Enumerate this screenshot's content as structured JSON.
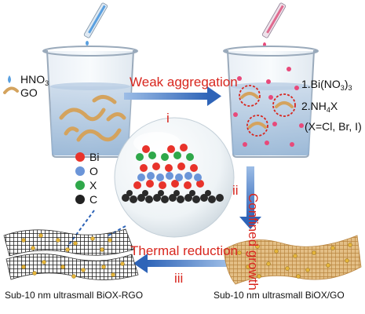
{
  "legend_left": {
    "hno3": {
      "base": "HNO",
      "sub": "3"
    },
    "go": "GO"
  },
  "arrow1": {
    "label": "Weak aggregation",
    "numeral": "i"
  },
  "arrow2": {
    "label": "Confined growth",
    "numeral": "ii"
  },
  "arrow3": {
    "label": "Thermal reduction",
    "numeral": "iii"
  },
  "reagents": {
    "line1": {
      "prefix": "1.Bi(NO",
      "sub1": "3",
      "mid": ")",
      "sub2": "3"
    },
    "line2": {
      "prefix": "2.NH",
      "sub": "4",
      "suffix": "X"
    },
    "line3": "(X=Cl, Br, I)"
  },
  "legend_atoms": [
    {
      "label": "Bi",
      "color": "#e8332b"
    },
    {
      "label": "O",
      "color": "#6b95d8"
    },
    {
      "label": "X",
      "color": "#2fa84a"
    },
    {
      "label": "C",
      "color": "#222222"
    }
  ],
  "captions": {
    "left": "Sub-10 nm ultrasmall BiOX-RGO",
    "right": "Sub-10 nm ultrasmall BiOX/GO"
  },
  "colors": {
    "accent_red": "#d8261e",
    "arrow_blue": "#3f74c4",
    "go_tan": "#d4a35e",
    "rgo_dark": "#4a4a4a",
    "particle_gold": "#e6b53a"
  }
}
